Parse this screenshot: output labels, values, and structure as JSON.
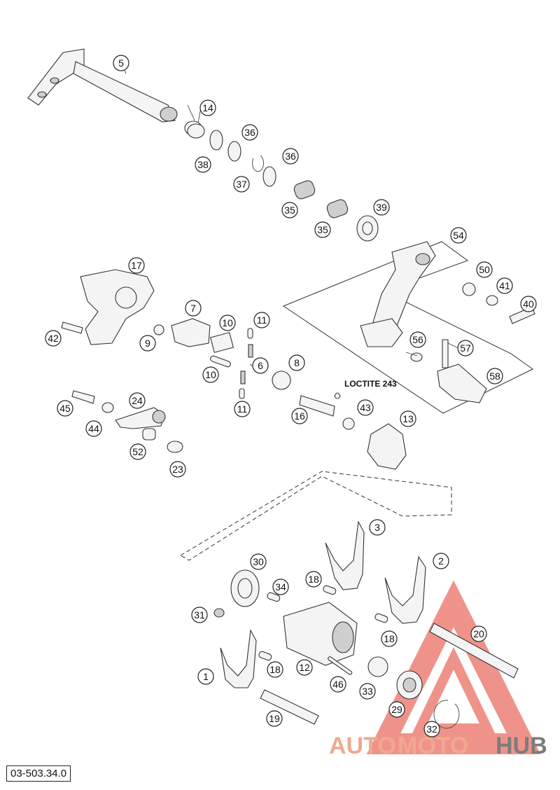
{
  "diagram": {
    "callouts": [
      {
        "id": "c5",
        "label": "5"
      },
      {
        "id": "c14",
        "label": "14"
      },
      {
        "id": "c36a",
        "label": "36"
      },
      {
        "id": "c38",
        "label": "38"
      },
      {
        "id": "c36b",
        "label": "36"
      },
      {
        "id": "c37",
        "label": "37"
      },
      {
        "id": "c35a",
        "label": "35"
      },
      {
        "id": "c35b",
        "label": "35"
      },
      {
        "id": "c39",
        "label": "39"
      },
      {
        "id": "c54",
        "label": "54"
      },
      {
        "id": "c50",
        "label": "50"
      },
      {
        "id": "c41",
        "label": "41"
      },
      {
        "id": "c40",
        "label": "40"
      },
      {
        "id": "c17",
        "label": "17"
      },
      {
        "id": "c7",
        "label": "7"
      },
      {
        "id": "c10a",
        "label": "10"
      },
      {
        "id": "c11a",
        "label": "11"
      },
      {
        "id": "c42",
        "label": "42"
      },
      {
        "id": "c9",
        "label": "9"
      },
      {
        "id": "c10b",
        "label": "10"
      },
      {
        "id": "c6",
        "label": "6"
      },
      {
        "id": "c8",
        "label": "8"
      },
      {
        "id": "c56",
        "label": "56"
      },
      {
        "id": "c57",
        "label": "57"
      },
      {
        "id": "c58",
        "label": "58"
      },
      {
        "id": "c11b",
        "label": "11"
      },
      {
        "id": "c16",
        "label": "16"
      },
      {
        "id": "c43",
        "label": "43"
      },
      {
        "id": "c13",
        "label": "13"
      },
      {
        "id": "c24",
        "label": "24"
      },
      {
        "id": "c45",
        "label": "45"
      },
      {
        "id": "c44",
        "label": "44"
      },
      {
        "id": "c52",
        "label": "52"
      },
      {
        "id": "c23",
        "label": "23"
      },
      {
        "id": "c3",
        "label": "3"
      },
      {
        "id": "c30",
        "label": "30"
      },
      {
        "id": "c2",
        "label": "2"
      },
      {
        "id": "c34",
        "label": "34"
      },
      {
        "id": "c18a",
        "label": "18"
      },
      {
        "id": "c31",
        "label": "31"
      },
      {
        "id": "c18b",
        "label": "18"
      },
      {
        "id": "c20",
        "label": "20"
      },
      {
        "id": "c1",
        "label": "1"
      },
      {
        "id": "c18c",
        "label": "18"
      },
      {
        "id": "c12",
        "label": "12"
      },
      {
        "id": "c46",
        "label": "46"
      },
      {
        "id": "c33",
        "label": "33"
      },
      {
        "id": "c29",
        "label": "29"
      },
      {
        "id": "c19",
        "label": "19"
      },
      {
        "id": "c32",
        "label": "32"
      }
    ],
    "annotation": "LOCTITE 243",
    "diagram_code": "03-503.34.0"
  },
  "watermark": {
    "part1": "AUTO",
    "part2": "MOTO",
    "part3": "HUB",
    "color_primary": "#f0a88f",
    "color_secondary": "#7c7c7c",
    "color_triangle": "#e23b2b"
  }
}
